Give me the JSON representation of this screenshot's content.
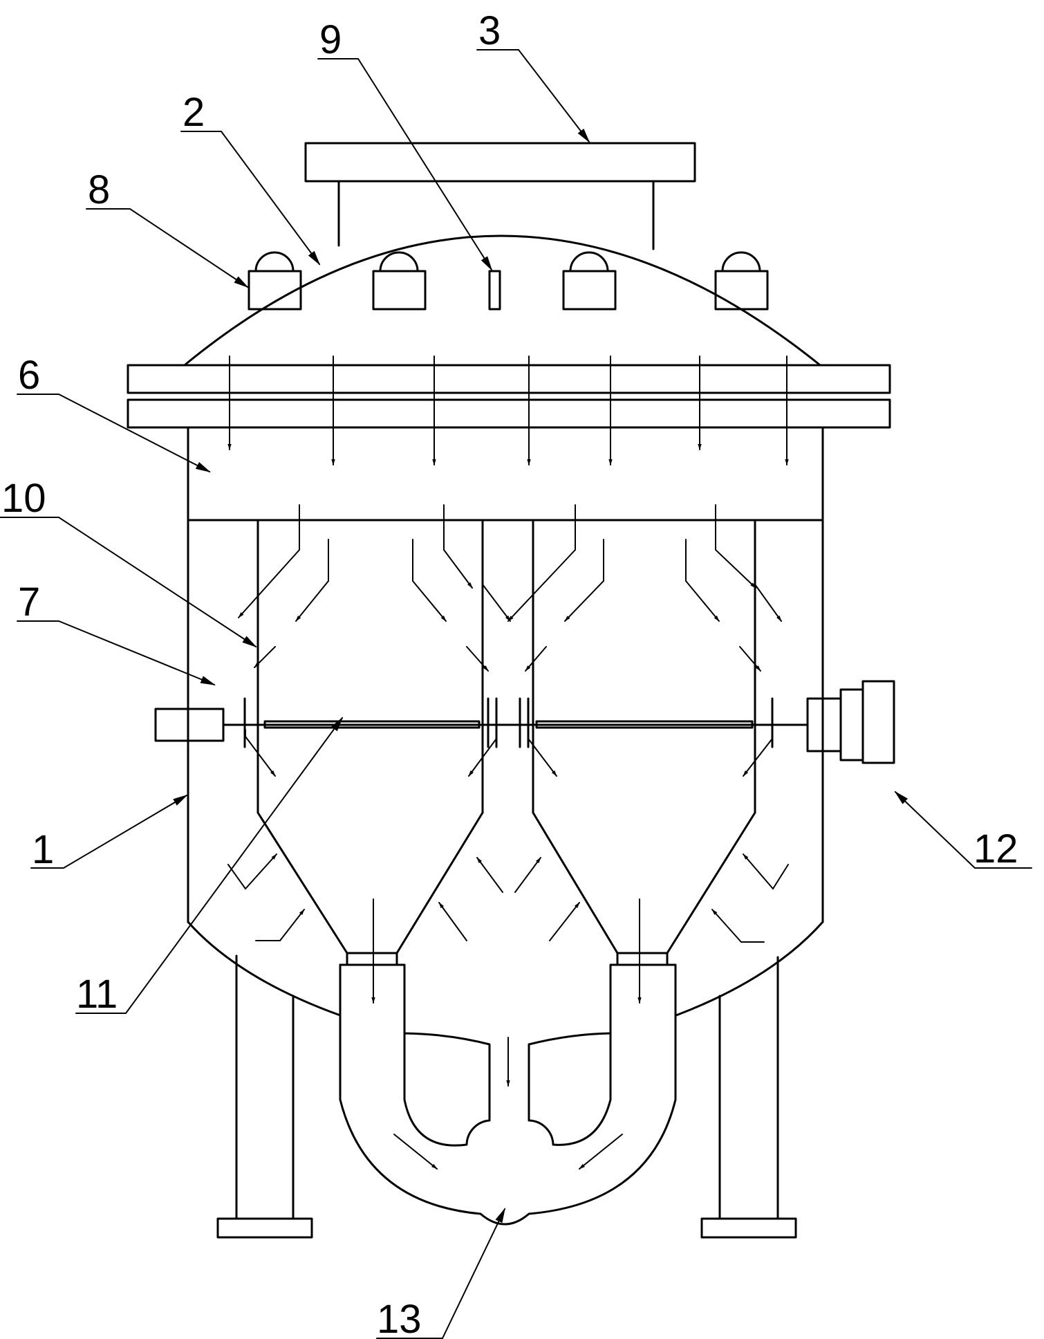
{
  "diagram": {
    "labels": {
      "l1": "1",
      "l2": "2",
      "l3": "3",
      "l6": "6",
      "l7": "7",
      "l8": "8",
      "l9": "9",
      "l10": "10",
      "l11": "11",
      "l12": "12",
      "l13": "13"
    },
    "colors": {
      "line": "#000000",
      "background": "#ffffff"
    }
  }
}
